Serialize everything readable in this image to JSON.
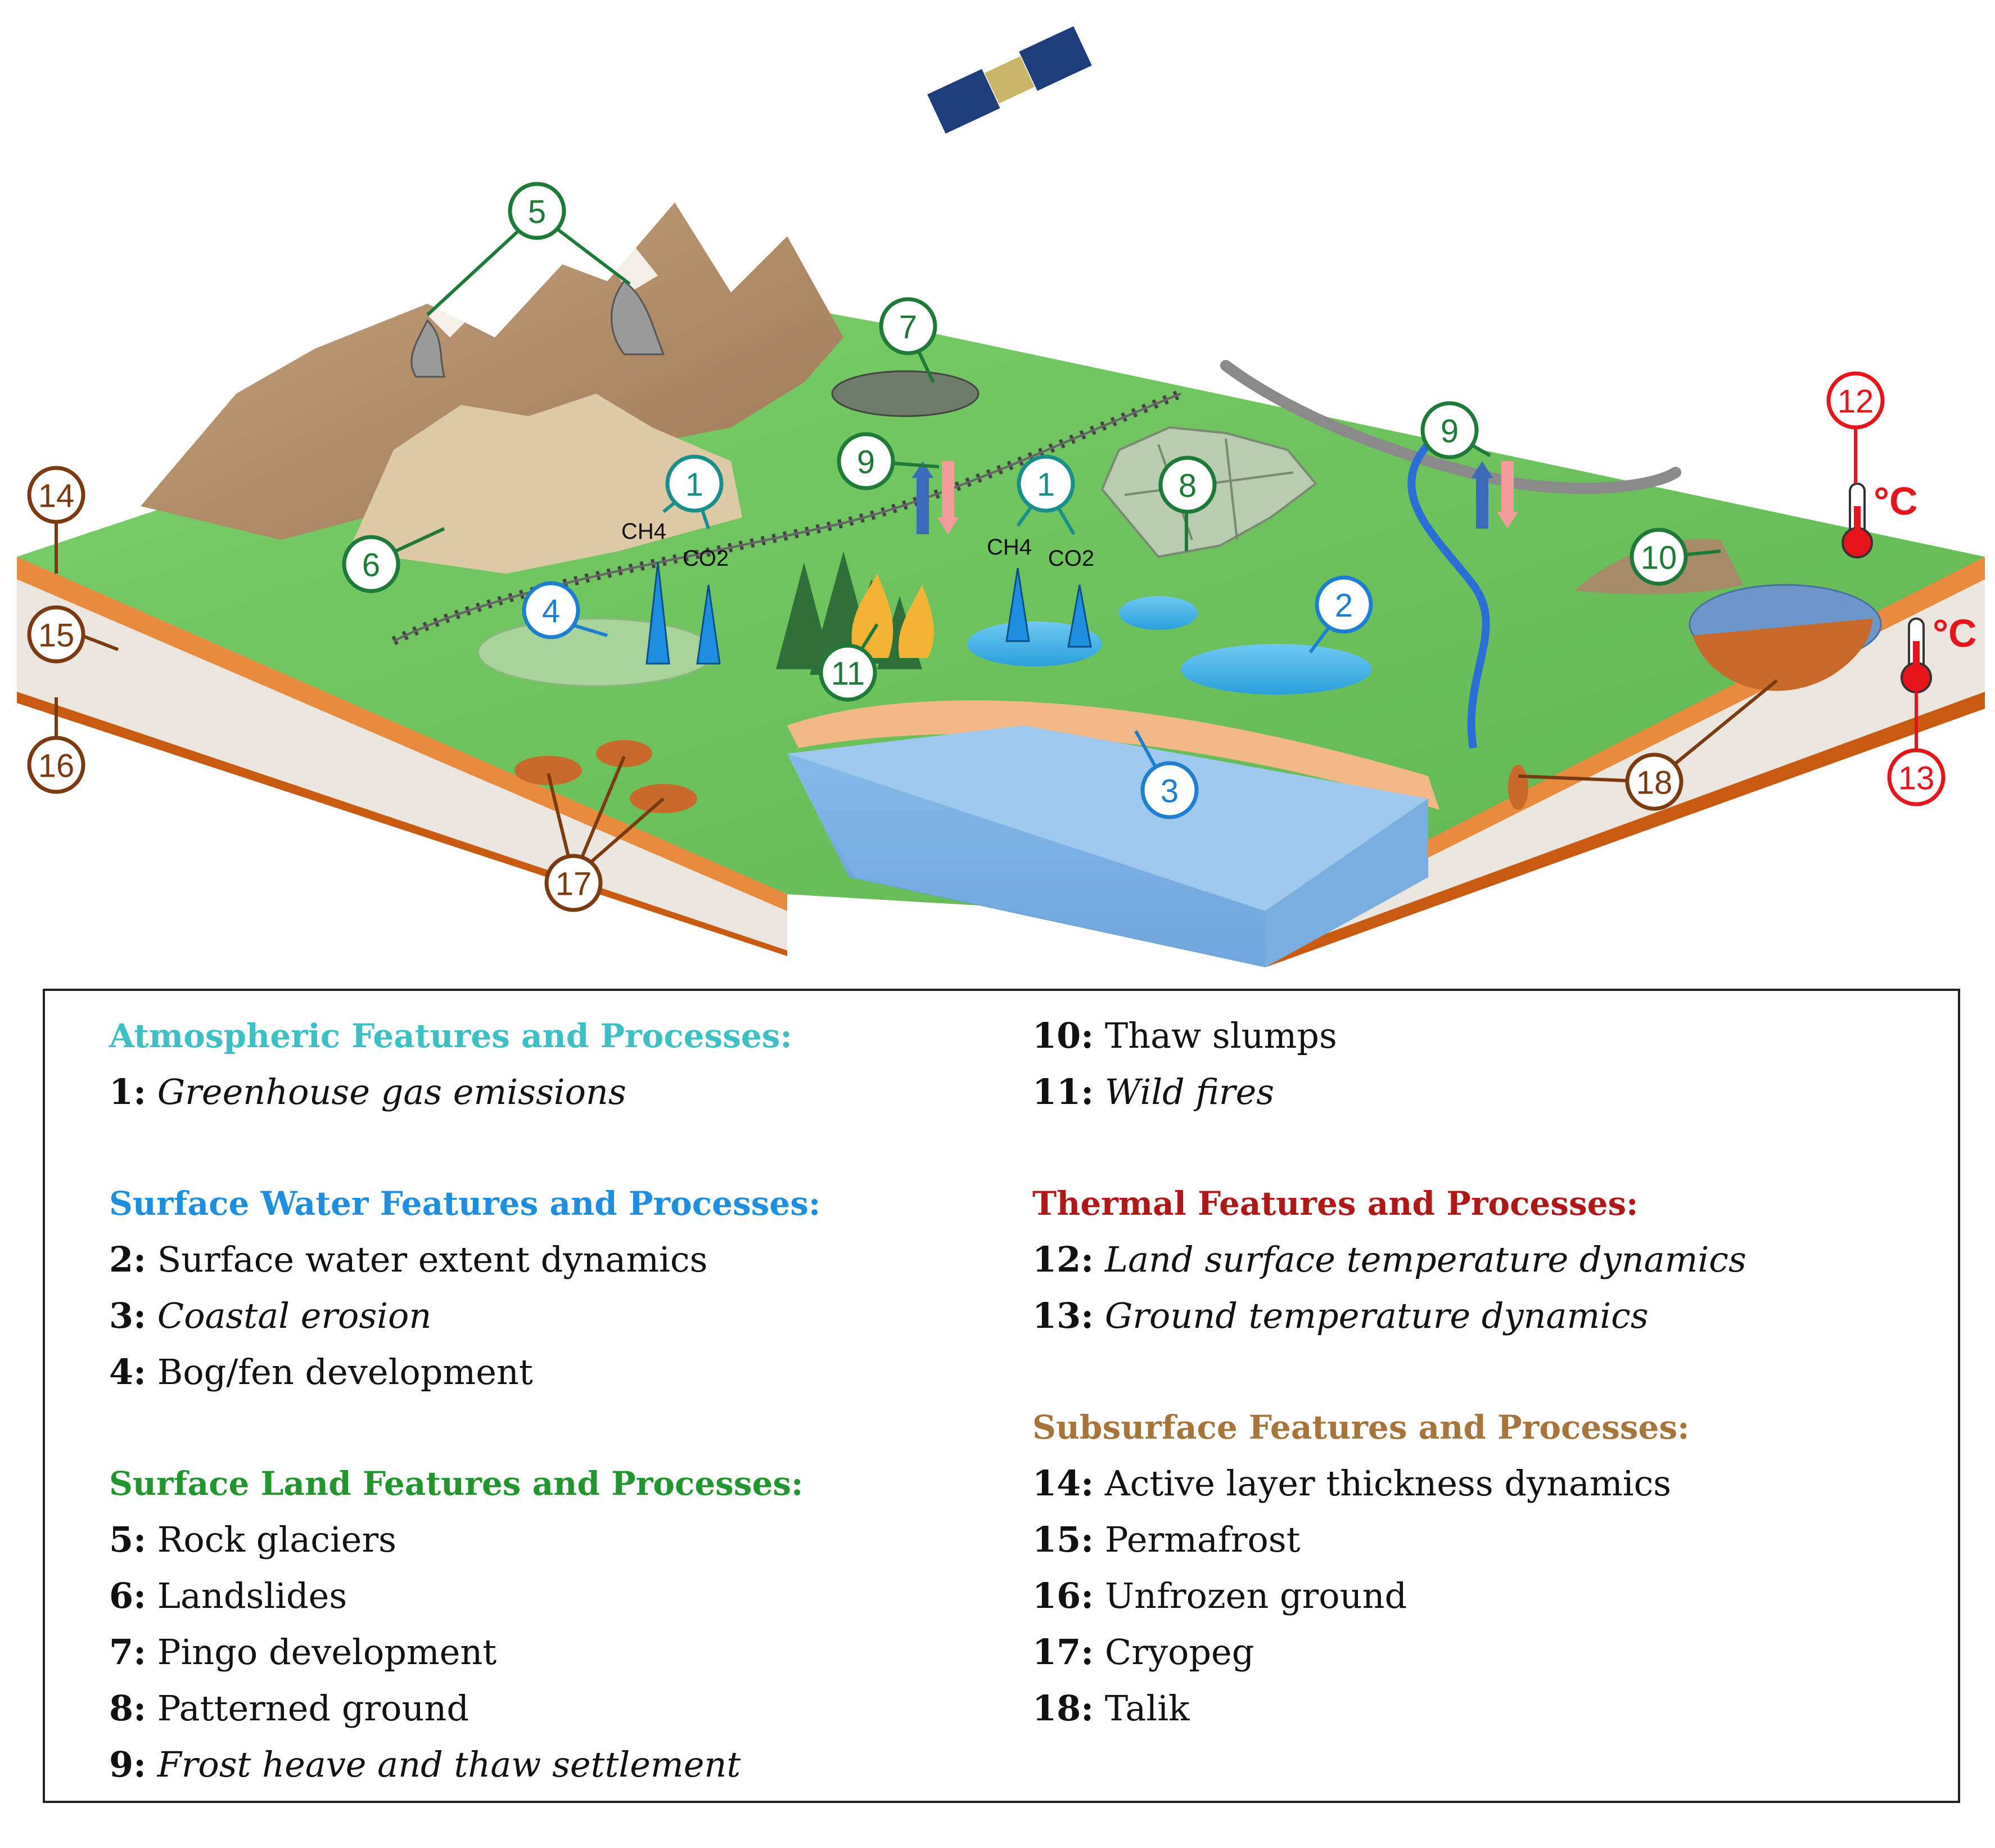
{
  "callouts": [
    {
      "n": "1",
      "color": "#1a8f8a"
    },
    {
      "n": "1",
      "color": "#1a8f8a"
    },
    {
      "n": "2",
      "color": "#1e7fd0"
    },
    {
      "n": "3",
      "color": "#1e7fd0"
    },
    {
      "n": "4",
      "color": "#1e7fd0"
    },
    {
      "n": "5",
      "color": "#1f7a3a"
    },
    {
      "n": "6",
      "color": "#1f7a3a"
    },
    {
      "n": "7",
      "color": "#1f7a3a"
    },
    {
      "n": "8",
      "color": "#1f7a3a"
    },
    {
      "n": "9",
      "color": "#1f7a3a"
    },
    {
      "n": "9",
      "color": "#1f7a3a"
    },
    {
      "n": "10",
      "color": "#1f7a3a"
    },
    {
      "n": "11",
      "color": "#1f7a3a"
    },
    {
      "n": "12",
      "color": "#e8141c"
    },
    {
      "n": "13",
      "color": "#e8141c"
    },
    {
      "n": "14",
      "color": "#7a3a12"
    },
    {
      "n": "15",
      "color": "#7a3a12"
    },
    {
      "n": "16",
      "color": "#7a3a12"
    },
    {
      "n": "17",
      "color": "#7a3a12"
    },
    {
      "n": "18",
      "color": "#7a3a12"
    }
  ],
  "gas_labels": {
    "ch4_a": "CH4",
    "co2_a": "CO2",
    "ch4_b": "CH4",
    "co2_b": "CO2"
  },
  "thermo_labels": {
    "t12": "°C",
    "t13": "°C"
  },
  "legend": {
    "groups": [
      {
        "heading": "Atmospheric Features and Processes:",
        "color": "#3cc0c4",
        "items": [
          {
            "num": "1:",
            "text": "Greenhouse gas emissions",
            "italic": true
          }
        ]
      },
      {
        "heading": "Surface Water Features and Processes:",
        "color": "#1e8fe0",
        "items": [
          {
            "num": "2:",
            "text": "Surface water extent dynamics",
            "italic": false
          },
          {
            "num": "3:",
            "text": "Coastal erosion",
            "italic": true
          },
          {
            "num": "4:",
            "text": "Bog/fen development",
            "italic": false
          }
        ]
      },
      {
        "heading": "Surface Land Features and Processes:",
        "color": "#22962e",
        "items": [
          {
            "num": "5:",
            "text": "Rock glaciers",
            "italic": false
          },
          {
            "num": "6:",
            "text": "Landslides",
            "italic": false
          },
          {
            "num": "7:",
            "text": "Pingo development",
            "italic": false
          },
          {
            "num": "8:",
            "text": "Patterned ground",
            "italic": false
          },
          {
            "num": "9:",
            "text": "Frost heave and thaw settlement",
            "italic": true
          }
        ]
      },
      {
        "heading": "",
        "color": "#111111",
        "items": [
          {
            "num": "10:",
            "text": "Thaw slumps",
            "italic": false
          },
          {
            "num": "11:",
            "text": "Wild fires",
            "italic": true
          }
        ]
      },
      {
        "heading": "Thermal Features and Processes:",
        "color": "#b01818",
        "items": [
          {
            "num": "12:",
            "text": "Land surface temperature dynamics",
            "italic": true
          },
          {
            "num": "13:",
            "text": "Ground temperature dynamics",
            "italic": true
          }
        ]
      },
      {
        "heading": "Subsurface Features and Processes:",
        "color": "#a7743c",
        "items": [
          {
            "num": "14:",
            "text": "Active layer thickness dynamics",
            "italic": false
          },
          {
            "num": "15:",
            "text": "Permafrost",
            "italic": false
          },
          {
            "num": "16:",
            "text": "Unfrozen ground",
            "italic": false
          },
          {
            "num": "17:",
            "text": "Cryopeg",
            "italic": false
          },
          {
            "num": "18:",
            "text": "Talik",
            "italic": false
          }
        ]
      }
    ]
  }
}
